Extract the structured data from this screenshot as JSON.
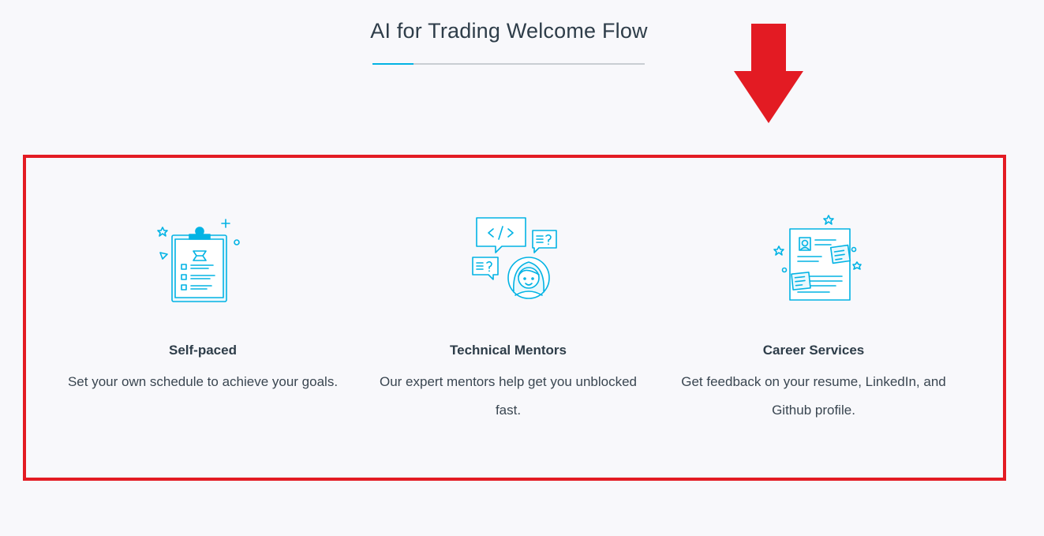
{
  "header": {
    "title": "AI for Trading Welcome Flow"
  },
  "annotations": {
    "arrow_color": "#e31b23",
    "box_color": "#e31b23"
  },
  "theme": {
    "accent": "#02b3e4",
    "text": "#2e3d49"
  },
  "features": [
    {
      "icon": "clipboard-checklist-icon",
      "title": "Self-paced",
      "description": "Set your own schedule to achieve your goals."
    },
    {
      "icon": "mentor-chat-icon",
      "title": "Technical Mentors",
      "description": "Our expert mentors help get you unblocked fast."
    },
    {
      "icon": "resume-document-icon",
      "title": "Career Services",
      "description": "Get feedback on your resume, LinkedIn, and Github profile."
    }
  ]
}
